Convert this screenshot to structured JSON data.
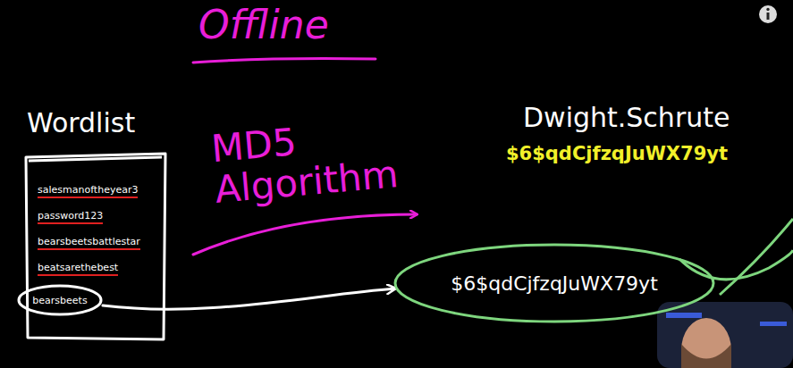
{
  "diagram": {
    "title": "Offline",
    "nodes": [
      {
        "text": [
          "Wordlist",
          "salesmanoftheyear3",
          "password123",
          "bearsbeetsbattlestar",
          "beatsarethebest"
        ]
      },
      {
        "text": [
          "bearsbeets"
        ],
        "in": 0
      },
      {
        "text": [
          "$6$qdCjfzqJuWX79yt"
        ]
      }
    ],
    "edges": [
      {
        "from": 1,
        "to": 2,
        "arrow": "to"
      }
    ],
    "labels": [
      "MD5 Algorithm",
      "Dwight.Schrute",
      "$6$qdCjfzqJuWX79yt"
    ]
  }
}
